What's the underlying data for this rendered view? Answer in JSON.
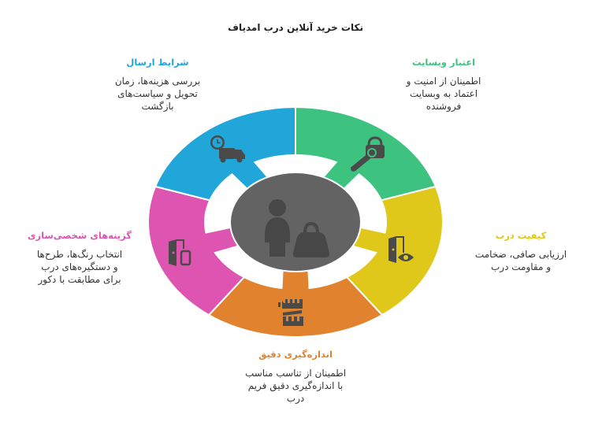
{
  "title": "نکات خرید آنلاین درب امدیاف",
  "center": {
    "icon": "person-with-bag-icon",
    "color": "#636363"
  },
  "segments": [
    {
      "id": "website-trust",
      "heading": "اعتبار وبسایت",
      "body_lines": [
        "اطمینان از امنیت و",
        "اعتماد به وبسایت",
        "فروشنده"
      ],
      "color": "#3DC37F",
      "icon": "unlock-key-icon"
    },
    {
      "id": "door-quality",
      "heading": "کیفیت درب",
      "body_lines": [
        "ارزیابی صافی، ضخامت",
        "و مقاومت درب"
      ],
      "color": "#DFC81A",
      "icon": "door-eye-icon"
    },
    {
      "id": "precise-measurement",
      "heading": "اندازه‌گیری دقیق",
      "body_lines": [
        "اطمینان از تناسب مناسب",
        "با اندازه‌گیری دقیق فریم",
        "درب"
      ],
      "color": "#E0822E",
      "icon": "measuring-tape-icon"
    },
    {
      "id": "customization-options",
      "heading": "گزینه‌های شخصی‌سازی",
      "body_lines": [
        "انتخاب رنگ‌ها، طرح‌ها",
        "و دستگیره‌های درب",
        "برای مطابقت با دکور"
      ],
      "color": "#DD55B0",
      "icon": "door-tablet-icon"
    },
    {
      "id": "shipping-terms",
      "heading": "شرایط ارسال",
      "body_lines": [
        "بررسی هزینه‌ها، زمان",
        "تحویل و سیاست‌های",
        "بازگشت"
      ],
      "color": "#20A6D9",
      "icon": "delivery-truck-clock-icon"
    }
  ],
  "icon_color": "#4A4A4A"
}
